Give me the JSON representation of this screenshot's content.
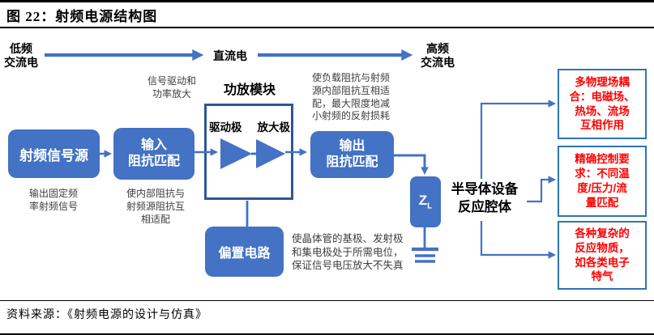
{
  "header": {
    "title": "图 22：射频电源结构图"
  },
  "footer": {
    "source": "资料来源：《射频电源的设计与仿真》"
  },
  "colors": {
    "box_blue": "#4472C4",
    "amp_border_blue": "#2F5597",
    "callout_border_blue": "#2E74B5",
    "callout_text_red": "#FF0000"
  },
  "flow_top": {
    "low_freq": "低频\n交流电",
    "dc": "直流电",
    "high_freq": "高频\n交流电"
  },
  "diagram": {
    "rf_source": {
      "label": "射频信号源",
      "note": "输出固定频\n率射频信号"
    },
    "input_match": {
      "label": "输入\n阻抗匹配",
      "note": "使内部阻抗与\n射频源阻抗互\n相适配"
    },
    "amp_module": {
      "title": "功放模块",
      "note_above": "信号驱动和\n功率放大",
      "stage_driver": "驱动极",
      "stage_amplifier": "放大极"
    },
    "output_match": {
      "label": "输出\n阻抗匹配",
      "note": "使负载阻抗与射频\n源内部阻抗互相适\n配，最大限度地减\n小射频的反射损耗"
    },
    "bias": {
      "label": "偏置电路",
      "note": "使晶体管的基极、发射极\n和集电极处于所需电位，\n保证信号电压放大不失真"
    },
    "load": {
      "z": "Z",
      "sub": "L"
    },
    "chamber": {
      "label": "半导体设备\n反应腔体"
    },
    "callouts": [
      {
        "text": "多物理场耦\n合：电磁场、\n热场、流场\n互相作用"
      },
      {
        "text": "精确控制要\n求：不同温\n度/压力/流\n量匹配"
      },
      {
        "text": "各种复杂的\n反应物质，\n如各类电子\n特气"
      }
    ]
  }
}
